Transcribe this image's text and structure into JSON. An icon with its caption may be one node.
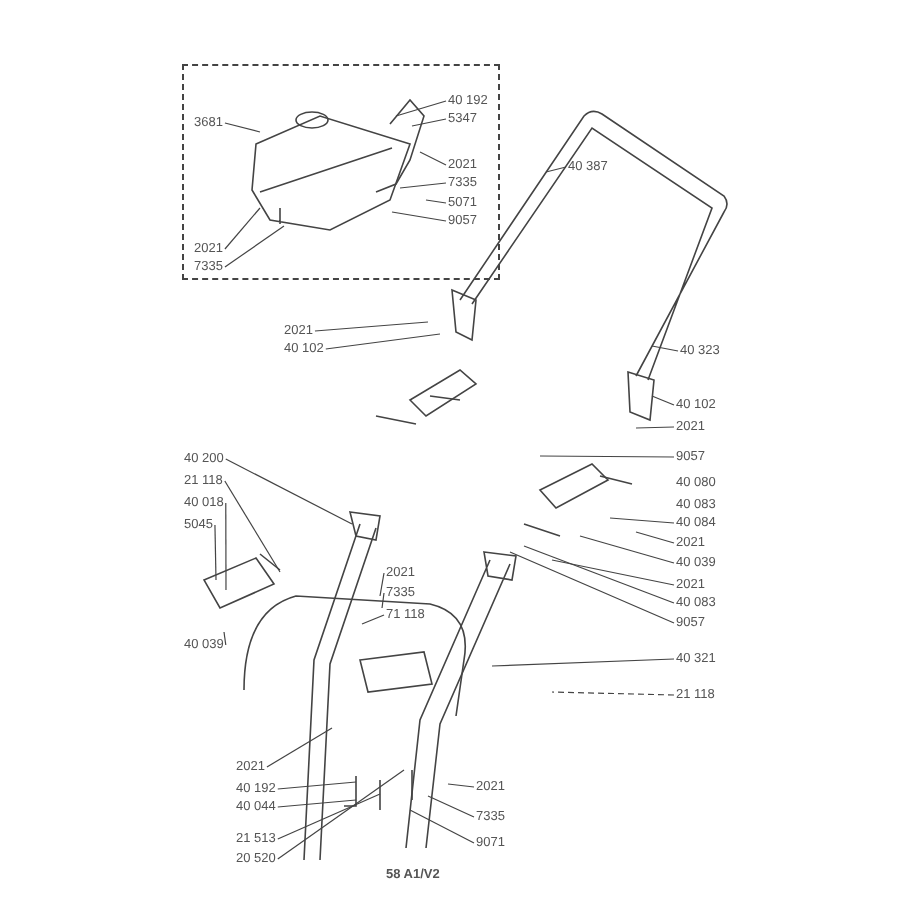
{
  "diagram": {
    "nodes": [
      {
        "text": [],
        "shape": "box"
      },
      {
        "text": [
          "3681"
        ],
        "in": 0
      },
      {
        "text": [
          "40 192"
        ],
        "in": 0
      },
      {
        "text": [
          "5347"
        ],
        "in": 0
      },
      {
        "text": [
          "2021"
        ],
        "in": 0
      },
      {
        "text": [
          "7335"
        ],
        "in": 0
      },
      {
        "text": [
          "5071"
        ],
        "in": 0
      },
      {
        "text": [
          "9057"
        ],
        "in": 0
      },
      {
        "text": [
          "2021"
        ],
        "in": 0
      },
      {
        "text": [
          "7335"
        ],
        "in": 0
      },
      {
        "text": [
          "40 387"
        ]
      },
      {
        "text": [
          "2021"
        ]
      },
      {
        "text": [
          "40 102"
        ]
      },
      {
        "text": [
          "40 323"
        ]
      },
      {
        "text": [
          "40 102"
        ]
      },
      {
        "text": [
          "2021"
        ]
      },
      {
        "text": [
          "9057"
        ]
      },
      {
        "text": [
          "40 084"
        ]
      },
      {
        "text": [
          "2021"
        ]
      },
      {
        "text": [
          "40 039"
        ]
      },
      {
        "text": [
          "2021"
        ]
      },
      {
        "text": [
          "40 083"
        ]
      },
      {
        "text": [
          "9057"
        ]
      },
      {
        "text": [
          "40 321"
        ]
      },
      {
        "text": [
          "21 118"
        ]
      },
      {
        "text": [
          "40 200"
        ]
      },
      {
        "text": [
          "21 118"
        ]
      },
      {
        "text": [
          "40 018"
        ]
      },
      {
        "text": [
          "5045"
        ]
      },
      {
        "text": [
          "40 039"
        ]
      },
      {
        "text": [
          "2021"
        ]
      },
      {
        "text": [
          "7335"
        ]
      },
      {
        "text": [
          "71 118"
        ]
      },
      {
        "text": [
          "2021"
        ]
      },
      {
        "text": [
          "40 192"
        ]
      },
      {
        "text": [
          "40 044"
        ]
      },
      {
        "text": [
          "21 513"
        ]
      },
      {
        "text": [
          "20 520"
        ]
      },
      {
        "text": [
          "2021"
        ]
      },
      {
        "text": [
          "7335"
        ]
      },
      {
        "text": [
          "9071"
        ]
      }
    ],
    "edges": [
      {
        "from": 1,
        "to": null,
        "arrow": "none"
      },
      {
        "from": 2,
        "to": null,
        "arrow": "none"
      },
      {
        "from": 3,
        "to": null,
        "arrow": "none"
      },
      {
        "from": 4,
        "to": null,
        "arrow": "none"
      },
      {
        "from": 5,
        "to": null,
        "arrow": "none"
      },
      {
        "from": 6,
        "to": null,
        "arrow": "none"
      },
      {
        "from": 7,
        "to": null,
        "arrow": "none"
      },
      {
        "from": 8,
        "to": null,
        "arrow": "none"
      },
      {
        "from": 9,
        "to": null,
        "arrow": "none"
      },
      {
        "from": 10,
        "to": null,
        "arrow": "none"
      },
      {
        "from": 11,
        "to": null,
        "arrow": "none"
      },
      {
        "from": 12,
        "to": null,
        "arrow": "none"
      },
      {
        "from": 13,
        "to": null,
        "arrow": "none"
      },
      {
        "from": 14,
        "to": null,
        "arrow": "none"
      },
      {
        "from": 15,
        "to": null,
        "arrow": "none"
      },
      {
        "from": 16,
        "to": null,
        "arrow": "none"
      },
      {
        "from": 17,
        "to": null,
        "arrow": "none"
      },
      {
        "from": 18,
        "to": null,
        "arrow": "none"
      },
      {
        "from": 19,
        "to": null,
        "arrow": "none"
      },
      {
        "from": 20,
        "to": null,
        "arrow": "none"
      },
      {
        "from": 21,
        "to": null,
        "arrow": "none"
      },
      {
        "from": 22,
        "to": null,
        "arrow": "none"
      },
      {
        "from": 23,
        "to": null,
        "arrow": "none"
      },
      {
        "from": 24,
        "to": null,
        "arrow": "none",
        "style": "dashed"
      },
      {
        "from": 25,
        "to": null,
        "arrow": "none"
      },
      {
        "from": 26,
        "to": null,
        "arrow": "none"
      },
      {
        "from": 27,
        "to": null,
        "arrow": "none"
      },
      {
        "from": 28,
        "to": null,
        "arrow": "none"
      },
      {
        "from": 29,
        "to": null,
        "arrow": "none"
      },
      {
        "from": 30,
        "to": null,
        "arrow": "none"
      },
      {
        "from": 31,
        "to": null,
        "arrow": "none"
      },
      {
        "from": 32,
        "to": null,
        "arrow": "none"
      },
      {
        "from": 33,
        "to": null,
        "arrow": "none"
      },
      {
        "from": 34,
        "to": null,
        "arrow": "none"
      },
      {
        "from": 35,
        "to": null,
        "arrow": "none"
      },
      {
        "from": 36,
        "to": null,
        "arrow": "none"
      },
      {
        "from": 37,
        "to": null,
        "arrow": "none"
      },
      {
        "from": 38,
        "to": null,
        "arrow": "none"
      },
      {
        "from": 39,
        "to": null,
        "arrow": "none"
      },
      {
        "from": 40,
        "to": null,
        "arrow": "none"
      }
    ],
    "labels": [
      "40 080",
      "40 083",
      "58 A1/V2"
    ]
  }
}
